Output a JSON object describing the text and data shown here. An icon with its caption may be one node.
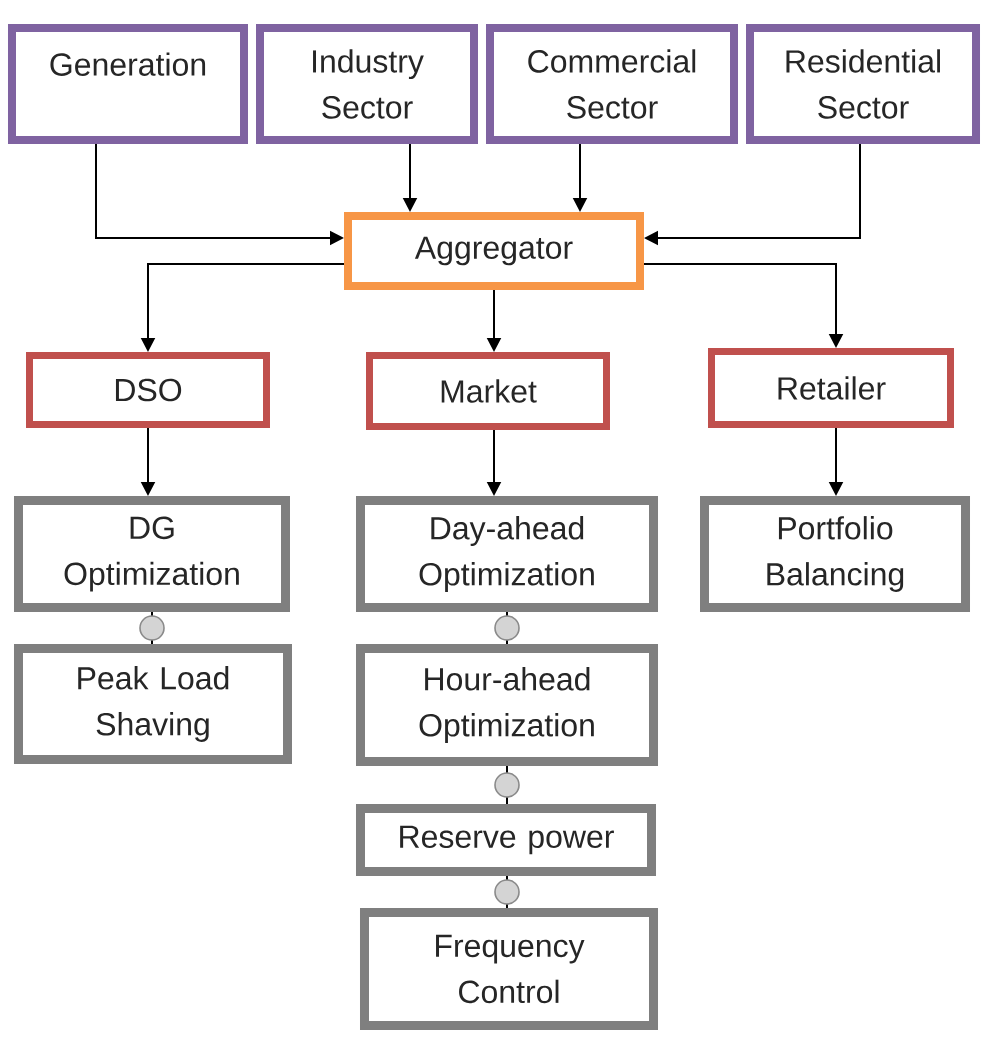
{
  "diagram": {
    "nodes": [
      {
        "text": [
          "Generation"
        ]
      },
      {
        "text": [
          "Industry Sector"
        ]
      },
      {
        "text": [
          "Commercial Sector"
        ]
      },
      {
        "text": [
          "Residential Sector"
        ]
      },
      {
        "text": [
          "Aggregator"
        ]
      },
      {
        "text": [
          "DSO"
        ]
      },
      {
        "text": [
          "Market"
        ]
      },
      {
        "text": [
          "Retailer"
        ]
      },
      {
        "text": [
          "DG Optimization"
        ]
      },
      {
        "text": [
          "Day-ahead Optimization"
        ]
      },
      {
        "text": [
          "Portfolio Balancing"
        ]
      },
      {
        "text": [
          "Peak Load Shaving"
        ]
      },
      {
        "text": [
          "Hour-ahead Optimization"
        ]
      },
      {
        "text": [
          "Reserve power"
        ]
      },
      {
        "text": [
          "Frequency Control"
        ]
      }
    ],
    "edges": [
      {
        "from": 0,
        "to": 4,
        "arrow": "to"
      },
      {
        "from": 1,
        "to": 4,
        "arrow": "to"
      },
      {
        "from": 2,
        "to": 4,
        "arrow": "to"
      },
      {
        "from": 3,
        "to": 4,
        "arrow": "to"
      },
      {
        "from": 4,
        "to": 5,
        "arrow": "to"
      },
      {
        "from": 4,
        "to": 6,
        "arrow": "to"
      },
      {
        "from": 4,
        "to": 7,
        "arrow": "to"
      },
      {
        "from": 5,
        "to": 8,
        "arrow": "to"
      },
      {
        "from": 6,
        "to": 9,
        "arrow": "to"
      },
      {
        "from": 7,
        "to": 10,
        "arrow": "to"
      },
      {
        "from": 8,
        "to": 11,
        "arrow": "other"
      },
      {
        "from": 9,
        "to": 12,
        "arrow": "other"
      },
      {
        "from": 12,
        "to": 13,
        "arrow": "other"
      },
      {
        "from": 13,
        "to": 14,
        "arrow": "other"
      }
    ]
  }
}
